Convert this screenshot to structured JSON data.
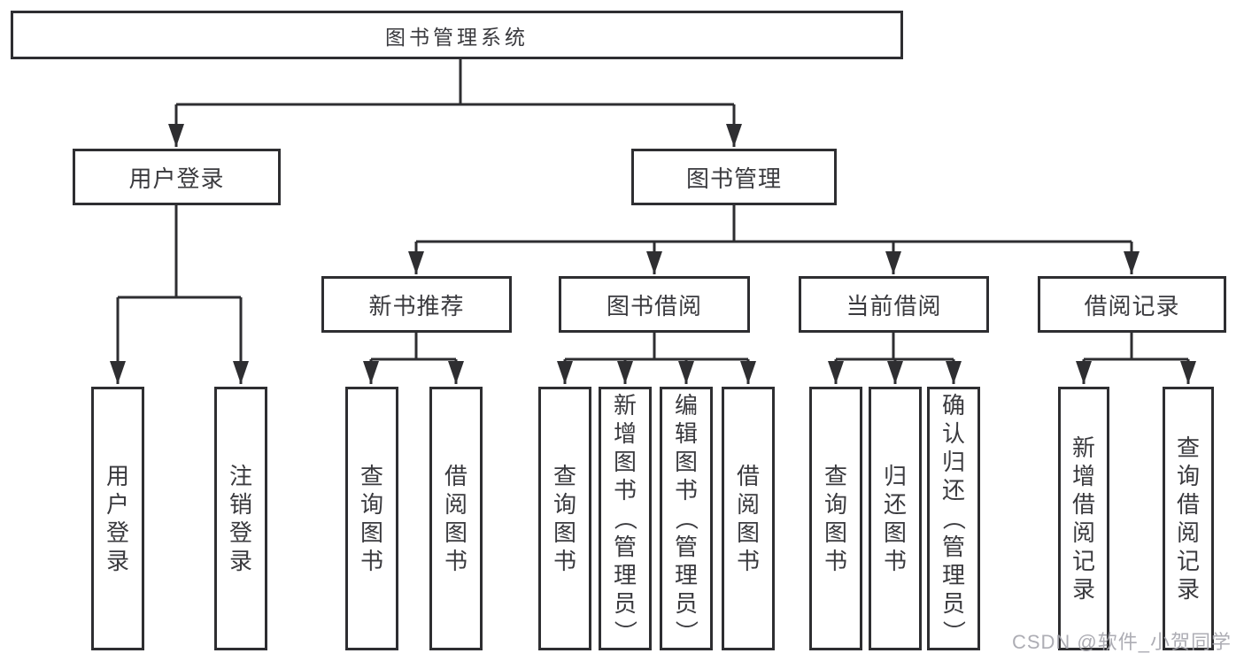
{
  "tree": {
    "root": {
      "label": "图书管理系统"
    },
    "children": [
      {
        "label": "用户登录",
        "children": [
          {
            "label": "用户登录"
          },
          {
            "label": "注销登录"
          }
        ]
      },
      {
        "label": "图书管理",
        "children": [
          {
            "label": "新书推荐",
            "children": [
              {
                "label": "查询图书"
              },
              {
                "label": "借阅图书"
              }
            ]
          },
          {
            "label": "图书借阅",
            "children": [
              {
                "label": "查询图书"
              },
              {
                "label": "新增图书（管理员）"
              },
              {
                "label": "编辑图书（管理员）"
              },
              {
                "label": "借阅图书"
              }
            ]
          },
          {
            "label": "当前借阅",
            "children": [
              {
                "label": "查询图书"
              },
              {
                "label": "归还图书"
              },
              {
                "label": "确认归还（管理员）"
              }
            ]
          },
          {
            "label": "借阅记录",
            "children": [
              {
                "label": "新增借阅记录"
              },
              {
                "label": "查询借阅记录"
              }
            ]
          }
        ]
      }
    ]
  },
  "watermark": {
    "text": "CSDN @软件_小贺同学"
  },
  "colors": {
    "line": "#2e2e31",
    "box_border": "#2e2e31",
    "text": "#3a3a3e",
    "watermark": "#a4a4ac",
    "background": "#ffffff"
  }
}
